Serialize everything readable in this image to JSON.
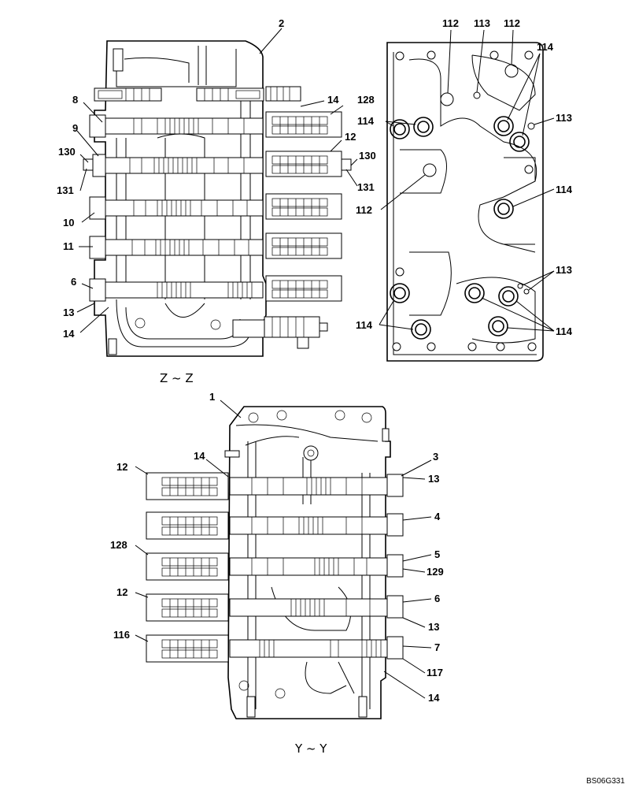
{
  "views": {
    "top": {
      "title": "Z ~ Z"
    },
    "bottom": {
      "title": "Y ~ Y"
    }
  },
  "drawing_code": "BS06G331",
  "callouts": {
    "zz": [
      "2",
      "8",
      "14",
      "128",
      "9",
      "12",
      "130",
      "130",
      "131",
      "131",
      "10",
      "11",
      "6",
      "13",
      "14"
    ],
    "right": [
      "112",
      "113",
      "112",
      "114",
      "114",
      "113",
      "114",
      "112",
      "113",
      "114",
      "114"
    ],
    "yy": [
      "1",
      "14",
      "12",
      "3",
      "13",
      "4",
      "128",
      "5",
      "129",
      "12",
      "6",
      "13",
      "116",
      "7",
      "117",
      "14"
    ]
  }
}
